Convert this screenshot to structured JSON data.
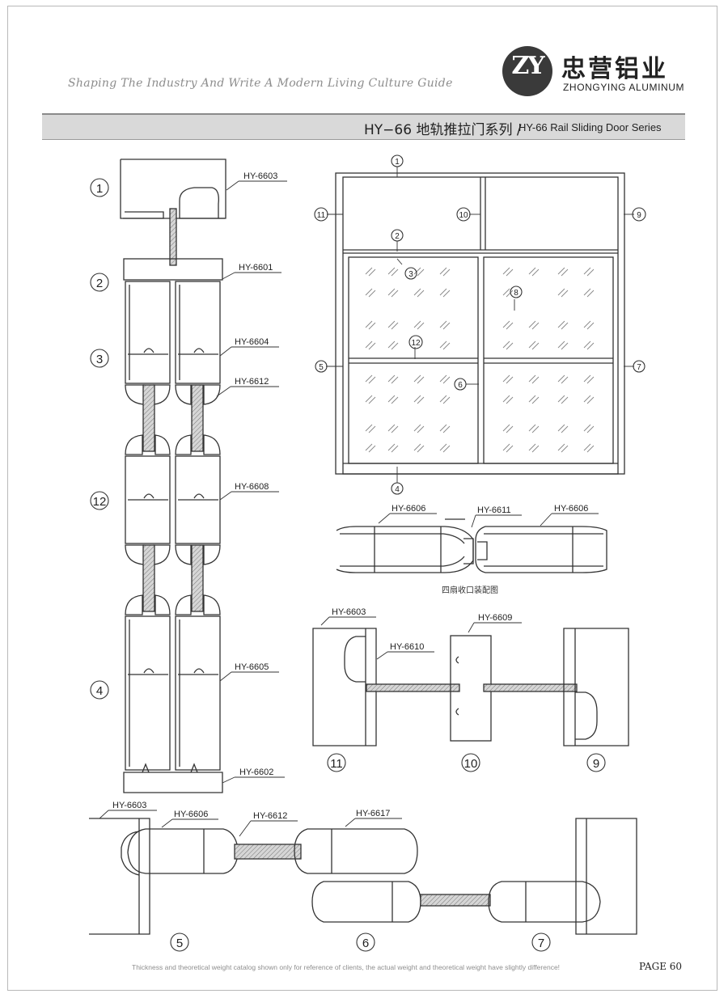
{
  "header": {
    "slogan": "Shaping The Industry And Write A Modern Living Culture Guide",
    "logo_mark": "ZY",
    "brand_cn": "忠营铝业",
    "brand_en": "ZHONGYING ALUMINUM",
    "title_cn": "HY−66 地轨推拉门系列 /",
    "title_en": "HY-66 Rail Sliding Door Series"
  },
  "profiles": {
    "p6603": "HY-6603",
    "p6601": "HY-6601",
    "p6604": "HY-6604",
    "p6612": "HY-6612",
    "p6608": "HY-6608",
    "p6605": "HY-6605",
    "p6602": "HY-6602",
    "p6606": "HY-6606",
    "p6611": "HY-6611",
    "p6609": "HY-6609",
    "p6610": "HY-6610",
    "p6617": "HY-6617"
  },
  "markers": {
    "m1": "1",
    "m2": "2",
    "m3": "3",
    "m4": "4",
    "m5": "5",
    "m6": "6",
    "m7": "7",
    "m8": "8",
    "m9": "9",
    "m10": "10",
    "m11": "11",
    "m12": "12"
  },
  "captions": {
    "four_sash": "四扇收口装配图"
  },
  "footer": {
    "disclaimer": "Thickness and theoretical weight catalog shown only for reference of clients, the actual weight and theoretical weight have slightly difference!",
    "page": "PAGE  60"
  },
  "colors": {
    "line": "#333333",
    "glass": "#9a9a9a",
    "title_bar": "#d9d9d9",
    "logo": "#3a3a3a"
  }
}
